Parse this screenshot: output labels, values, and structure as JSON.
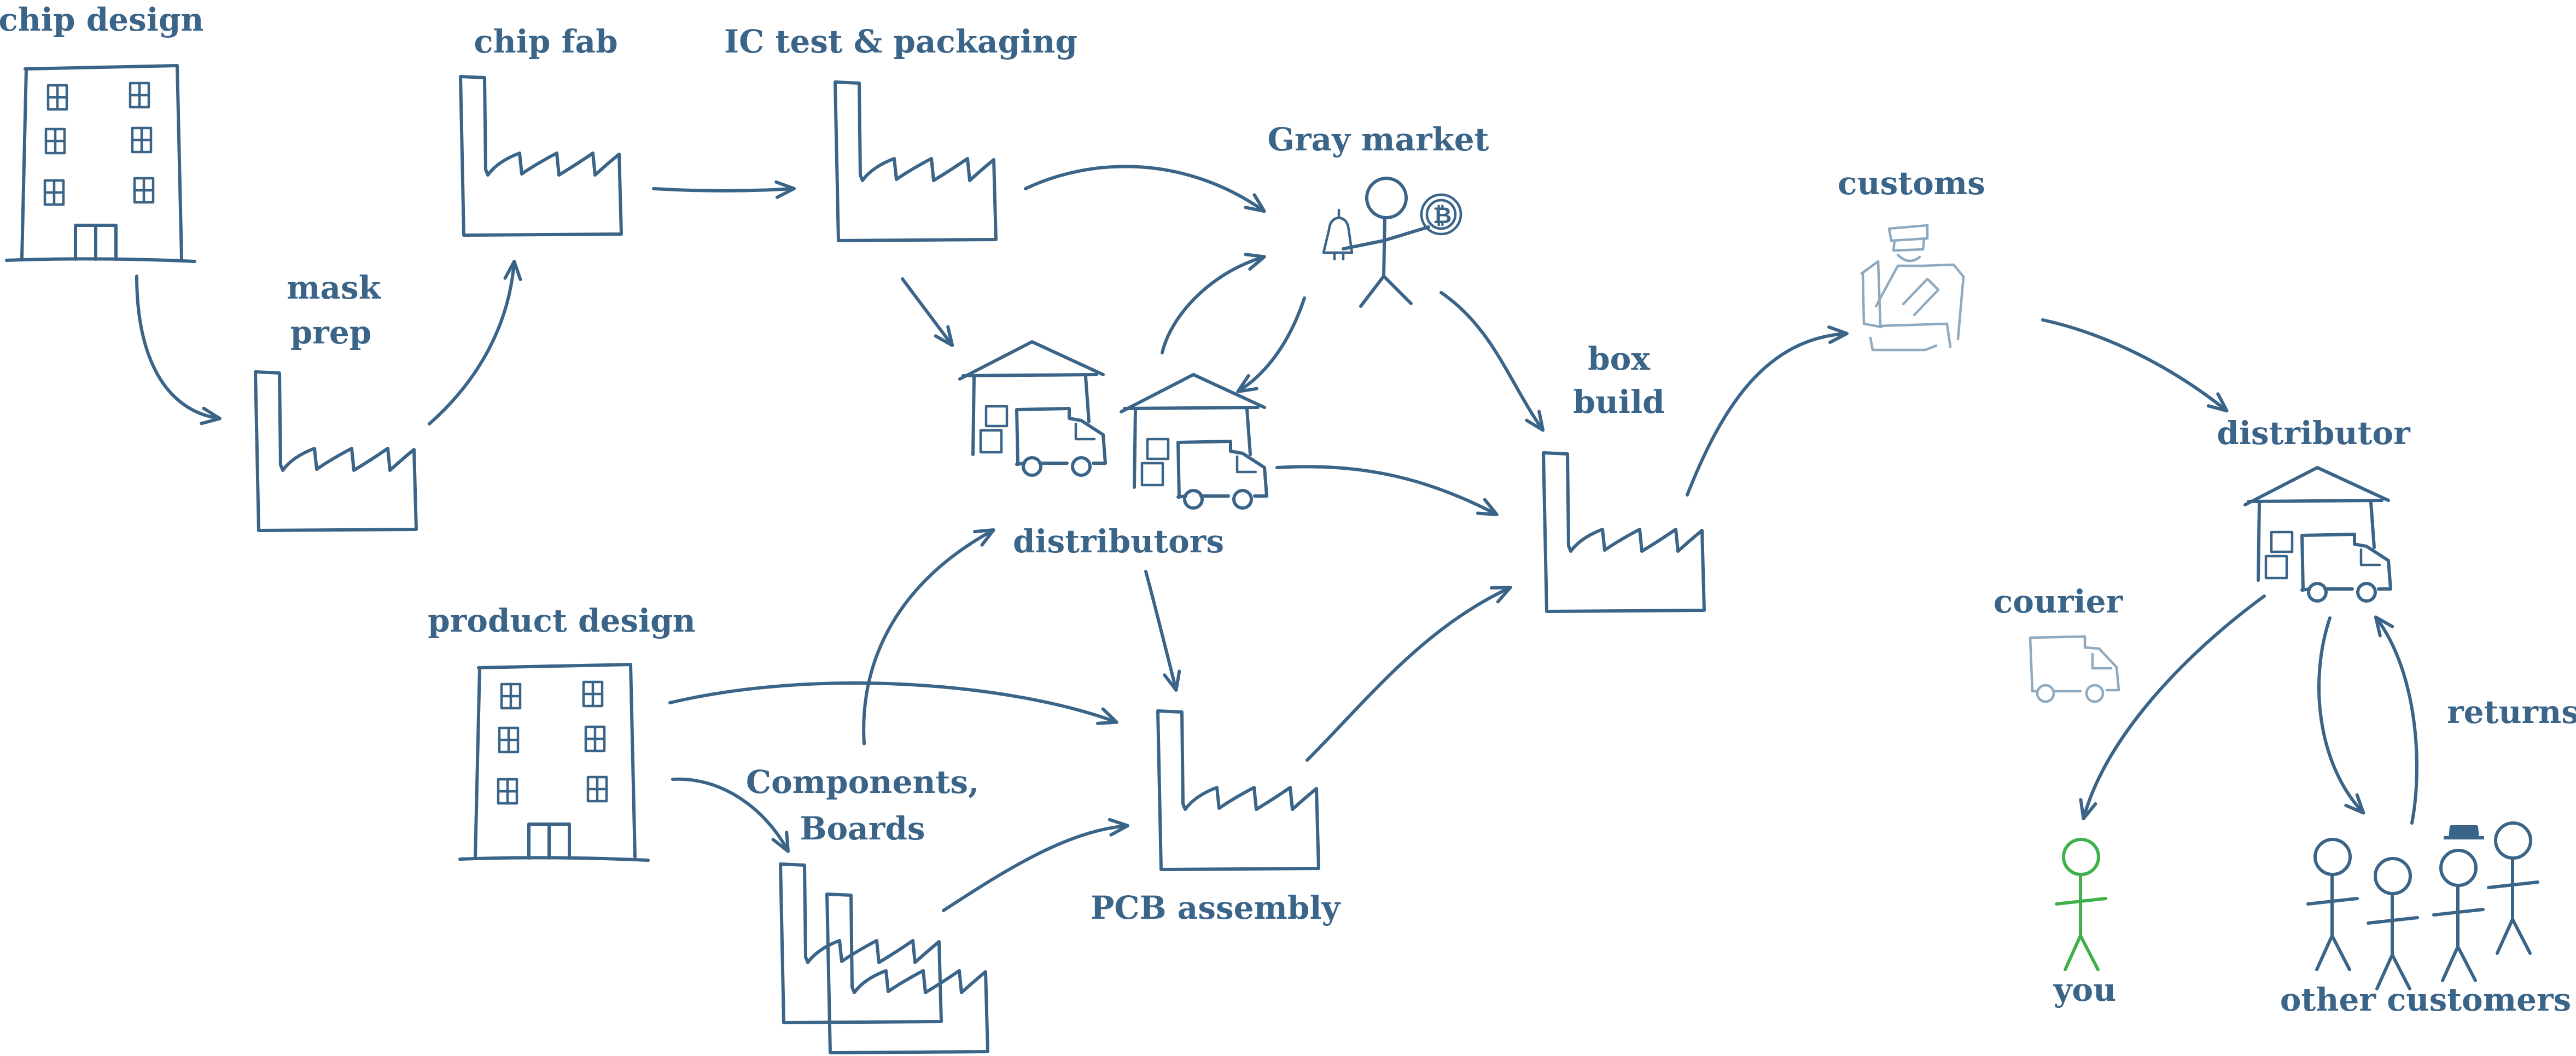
{
  "colors": {
    "ink": "#3a6488",
    "light_ink": "#8fa9bf",
    "you_green": "#3fb14a",
    "background": "#ffffff"
  },
  "labels": {
    "chip_design": "chip design",
    "mask_prep_line1": "mask",
    "mask_prep_line2": "prep",
    "chip_fab": "chip fab",
    "ic_test": "IC test & packaging",
    "gray_market": "Gray market",
    "customs": "customs",
    "box_build_line1": "box",
    "box_build_line2": "build",
    "distributors": "distributors",
    "distributor": "distributor",
    "product_design": "product design",
    "components_line1": "Components,",
    "components_line2": "Boards",
    "pcb_assembly": "PCB assembly",
    "courier": "courier",
    "returns": "returns",
    "you": "you",
    "other_customers": "other customers"
  },
  "icons": {
    "office_building": "office-building-icon",
    "factory": "factory-icon",
    "warehouse_truck": "warehouse-truck-icon",
    "gray_market_figure": "gray-market-figure-icon",
    "customs_officer": "customs-officer-icon",
    "courier_truck": "courier-truck-icon",
    "stick_person": "stick-person-icon"
  }
}
